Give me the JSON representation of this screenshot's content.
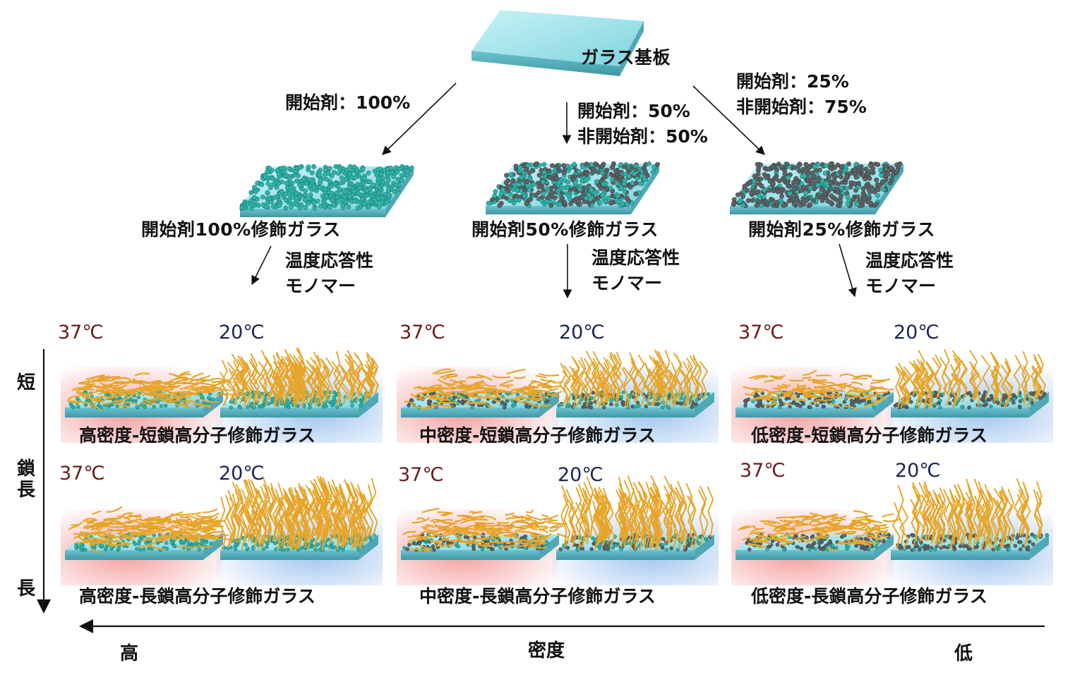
{
  "root": {
    "label": "ガラス基板"
  },
  "branches": [
    {
      "condition_lines": [
        "開始剤：100%"
      ],
      "plate_label": "開始剤100%修飾ガラス",
      "monomer_lines": [
        "温度応答性",
        "モノマー"
      ],
      "bead_mix": 1.0
    },
    {
      "condition_lines": [
        "開始剤：50%",
        "非開始剤：50%"
      ],
      "plate_label": "開始剤50%修飾ガラス",
      "monomer_lines": [
        "温度応答性",
        "モノマー"
      ],
      "bead_mix": 0.5
    },
    {
      "condition_lines": [
        "開始剤：25%",
        "非開始剤：75%"
      ],
      "plate_label": "開始剤25%修飾ガラス",
      "monomer_lines": [
        "温度応答性",
        "モノマー"
      ],
      "bead_mix": 0.25
    }
  ],
  "temps": {
    "hot": "37℃",
    "cold": "20℃"
  },
  "grid": {
    "short": [
      "高密度-短鎖高分子修飾ガラス",
      "中密度-短鎖高分子修飾ガラス",
      "低密度-短鎖高分子修飾ガラス"
    ],
    "long": [
      "高密度-長鎖高分子修飾ガラス",
      "中密度-長鎖高分子修飾ガラス",
      "低密度-長鎖高分子修飾ガラス"
    ]
  },
  "axes": {
    "chain_title": "鎖長",
    "chain_top": "短",
    "chain_bottom": "長",
    "density_title": "密度",
    "density_left": "高",
    "density_right": "低"
  },
  "colors": {
    "glass_top": "#9fe3ea",
    "glass_side": "#5fb7c4",
    "initiator_bead": "#2fb3a8",
    "inert_bead": "#5e6366",
    "polymer": "#e6a52a",
    "hot_glow": "#f6a2a2",
    "cold_glow": "#a8c8ee"
  }
}
